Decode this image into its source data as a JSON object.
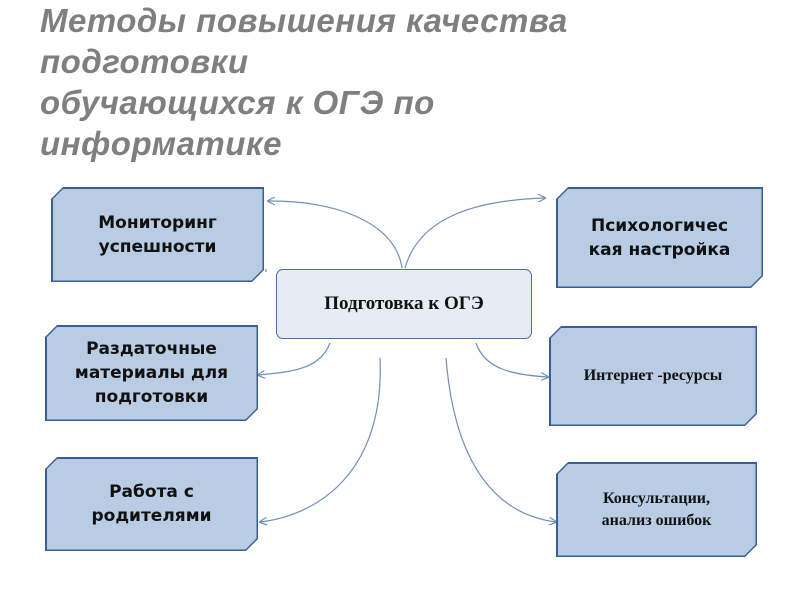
{
  "title": {
    "lines": [
      "Методы повышения качества",
      "подготовки",
      "обучающихся к ОГЭ по",
      "информатике"
    ]
  },
  "center": {
    "label": "Подготовка к ОГЭ"
  },
  "nodes": {
    "monitoring": {
      "label": "Мониторинг успешности"
    },
    "psychology": {
      "label": "Психологичес кая настройка"
    },
    "handouts": {
      "label": "Раздаточные материалы для подготовки"
    },
    "internet": {
      "label": "Интернет -ресурсы"
    },
    "parents": {
      "label": "Работа с родителями"
    },
    "consultations": {
      "label": "Консультации, анализ ошибок"
    }
  },
  "colors": {
    "title": "#7f7f7f",
    "box_fill": "#b8cce4",
    "box_border": "#395f8f",
    "center_fill": "#e6ecf4",
    "connector": "#6f8fb8"
  }
}
